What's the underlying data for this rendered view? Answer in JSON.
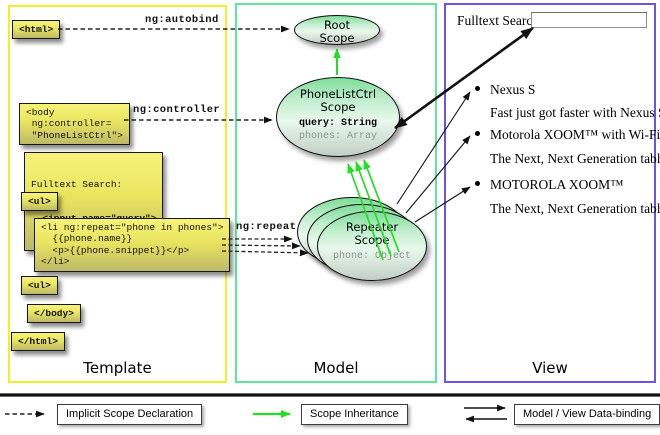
{
  "colors": {
    "template_border": "#f2ee28",
    "model_border": "#5ce79e",
    "view_border": "#6e51e9",
    "inheritance_arrow_green": "#2ado-not-use",
    "arrow_green": "#25dd25",
    "code_box_yellow": "#e9e45f"
  },
  "columns": {
    "template": {
      "label": "Template"
    },
    "model": {
      "label": "Model"
    },
    "view": {
      "label": "View"
    }
  },
  "template_code": {
    "html_open": "<html>",
    "body_open": "<body\n ng:controller=\n \"PhoneListCtrl\">",
    "fulltext_label": "Fulltext Search:",
    "fulltext_input": "  <input name=\"query\">",
    "ul_open": "<ul>",
    "li_repeat": "<li ng:repeat=\"phone in phones\">\n  {{phone.name}}\n  <p>{{phone.snippet}}</p>\n</li>",
    "ul_close": "<ul>",
    "body_close": "</body>",
    "html_close": "</html>"
  },
  "arrow_labels": {
    "autobind": "ng:autobind",
    "controller": "ng:controller",
    "repeat": "ng:repeat"
  },
  "model": {
    "root_scope": {
      "name": "Root\nScope"
    },
    "phonelist_scope": {
      "name": "PhoneListCtrl\nScope",
      "prop_query": "query: String",
      "prop_phones": "phones: Array"
    },
    "repeater_scope": {
      "name": "Repeater\nScope",
      "prop_phone": "phone: Object"
    }
  },
  "view": {
    "search_label": "Fulltext Search:",
    "search_value": "",
    "items": [
      {
        "title": "Nexus S",
        "desc": "Fast just got faster with Nexus S."
      },
      {
        "title": "Motorola XOOM™  with Wi-Fi",
        "desc": "The Next, Next Generation tablet."
      },
      {
        "title": "MOTOROLA XOOM™",
        "desc": "The Next, Next Generation tablet."
      }
    ]
  },
  "legend": {
    "implicit": "Implicit Scope Declaration",
    "inheritance": "Scope Inheritance",
    "binding": "Model / View Data-binding"
  }
}
